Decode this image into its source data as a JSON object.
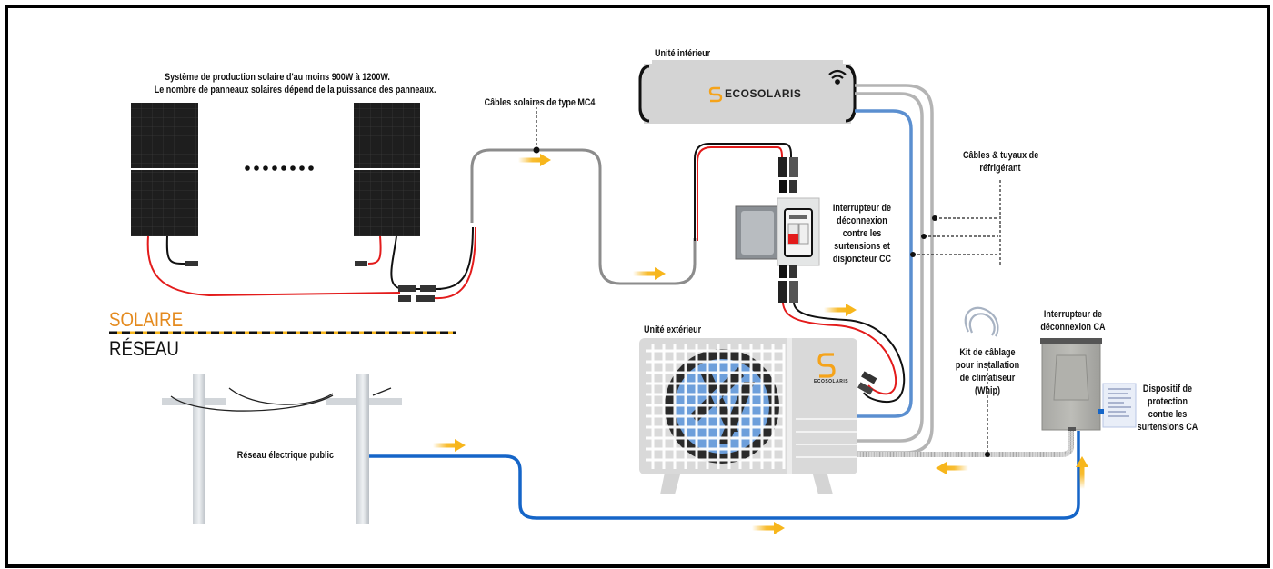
{
  "diagram": {
    "solar_system_note": [
      "Système de production solaire d'au moins 900W à 1200W.",
      "Le nombre de panneaux solaires dépend de la puissance des panneaux."
    ],
    "mc4_label": "Câbles solaires de type MC4",
    "indoor_unit_label": "Unité intérieur",
    "indoor_unit_brand": "ECOSOLARIS",
    "dc_switch_label": [
      "Interrupteur de",
      "déconnexion",
      "contre les",
      "surtensions et",
      "disjoncteur CC"
    ],
    "refrigerant_label": [
      "Câbles & tuyaux de",
      "réfrigérant"
    ],
    "outdoor_unit_label": "Unité extérieur",
    "outdoor_unit_brand": "ECOSOLARIS",
    "whip_label": [
      "Kit de câblage",
      "pour installation",
      "de climatiseur",
      "(Whip)"
    ],
    "ac_switch_label": [
      "Interrupteur de",
      "déconnexion CA"
    ],
    "surge_label": [
      "Dispositif de",
      "protection",
      "contre les",
      "surtensions CA"
    ],
    "zone_solar": "SOLAIRE",
    "zone_grid": "RÉSEAU",
    "grid_label": "Réseau électrique public",
    "colors": {
      "solar_orange": "#e48a1e",
      "arrow_yellow": "#f7b61c",
      "grid_blue": "#1565c8",
      "dc_red": "#e31b1b",
      "cable_gray": "#8c8c8c",
      "pipe_blue": "#5b8fd0",
      "brand_orange": "#f5a31a"
    }
  }
}
